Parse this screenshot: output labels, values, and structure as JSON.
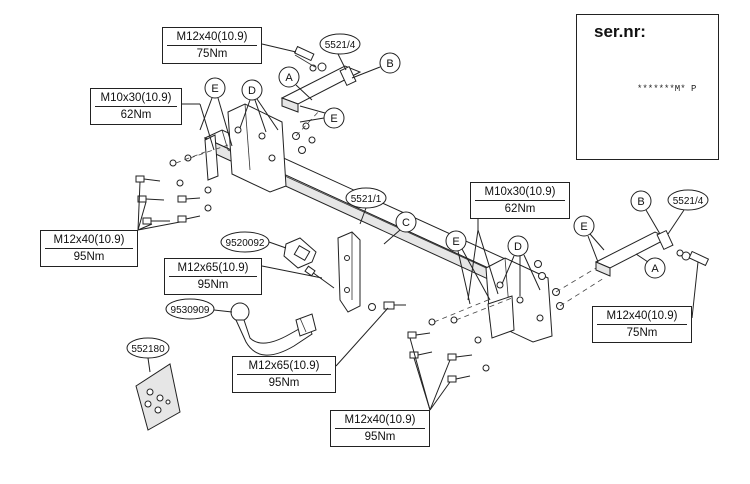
{
  "title": "ser.nr:",
  "serial_label": "*******M* P",
  "callouts": {
    "A": "A",
    "B": "B",
    "C": "C",
    "D": "D",
    "E": "E"
  },
  "parts": {
    "bracket_right": "5521/4",
    "bracket_left": "5521/4",
    "crossbar": "5521/1",
    "socket_plate": "9520092",
    "tow_ball": "9530909",
    "electric_kit": "552180"
  },
  "specs": [
    {
      "id": "spec-top",
      "bolt": "M12x40(10.9)",
      "torque": "75Nm"
    },
    {
      "id": "spec-left-upper",
      "bolt": "M10x30(10.9)",
      "torque": "62Nm"
    },
    {
      "id": "spec-left-lower",
      "bolt": "M12x40(10.9)",
      "torque": "95Nm"
    },
    {
      "id": "spec-center-upper",
      "bolt": "M12x65(10.9)",
      "torque": "95Nm"
    },
    {
      "id": "spec-center-lower",
      "bolt": "M12x65(10.9)",
      "torque": "95Nm"
    },
    {
      "id": "spec-right-upper",
      "bolt": "M10x30(10.9)",
      "torque": "62Nm"
    },
    {
      "id": "spec-right-lower",
      "bolt": "M12x40(10.9)",
      "torque": "75Nm"
    },
    {
      "id": "spec-bottom",
      "bolt": "M12x40(10.9)",
      "torque": "95Nm"
    }
  ]
}
